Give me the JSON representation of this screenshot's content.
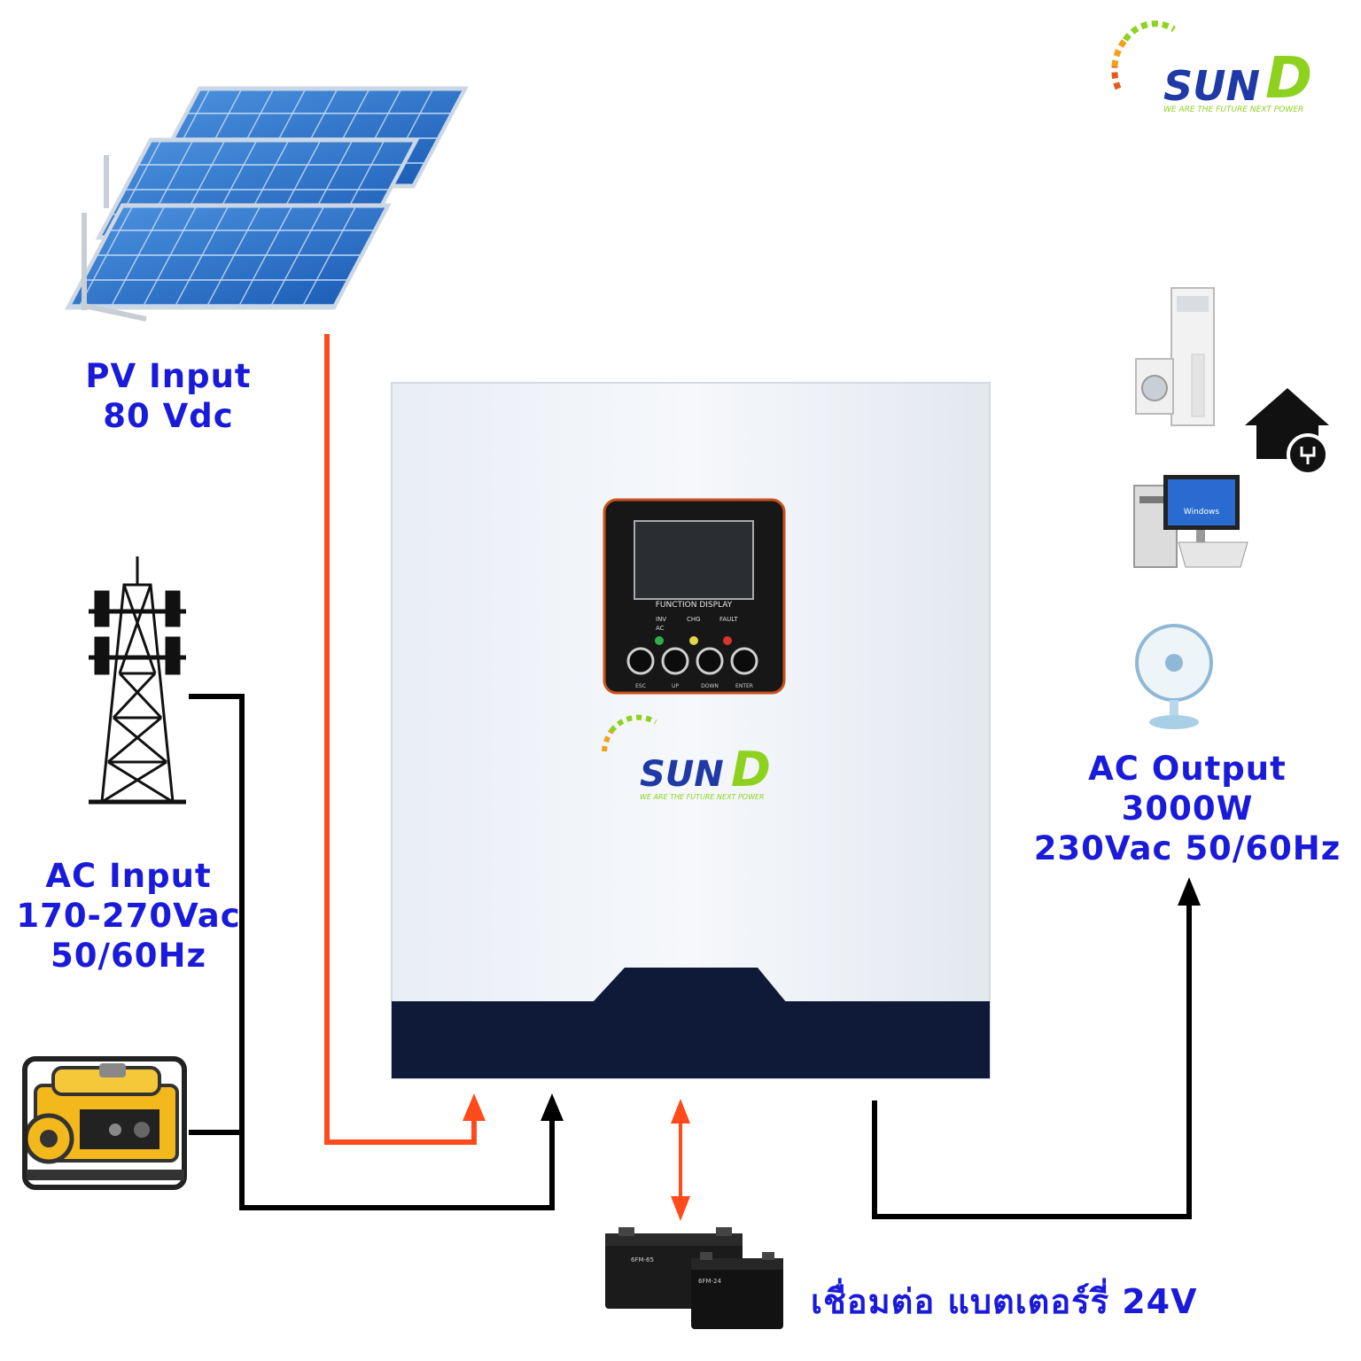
{
  "pv_input": {
    "line1": "PV Input",
    "line2": "80 Vdc"
  },
  "ac_input": {
    "line1": "AC Input",
    "line2": "170-270Vac",
    "line3": "50/60Hz"
  },
  "ac_output": {
    "line1": "AC Output",
    "line2": "3000W",
    "line3": "230Vac 50/60Hz"
  },
  "battery": {
    "label": "เชื่อมต่อ แบตเตอร์รี่ 24V",
    "small_text_1": "6FM-65",
    "small_text_2": "6FM-24"
  },
  "logo": {
    "text_sun": "SUN",
    "text_d": "D",
    "tagline": "WE ARE THE FUTURE NEXT POWER"
  },
  "inverter": {
    "display_title": "FUNCTION DISPLAY",
    "indicators": [
      "INV",
      "AC",
      "CHG",
      "FAULT"
    ],
    "buttons": [
      "ESC",
      "UP",
      "DOWN",
      "ENTER"
    ]
  },
  "appliances": {
    "monitor_text": "Windows"
  },
  "colors": {
    "label": "#1a1adb",
    "pv_line": "#ff4a1c",
    "ac_line": "#000000",
    "logo_blue": "#1f3aa6",
    "logo_green": "#8ed11e"
  }
}
